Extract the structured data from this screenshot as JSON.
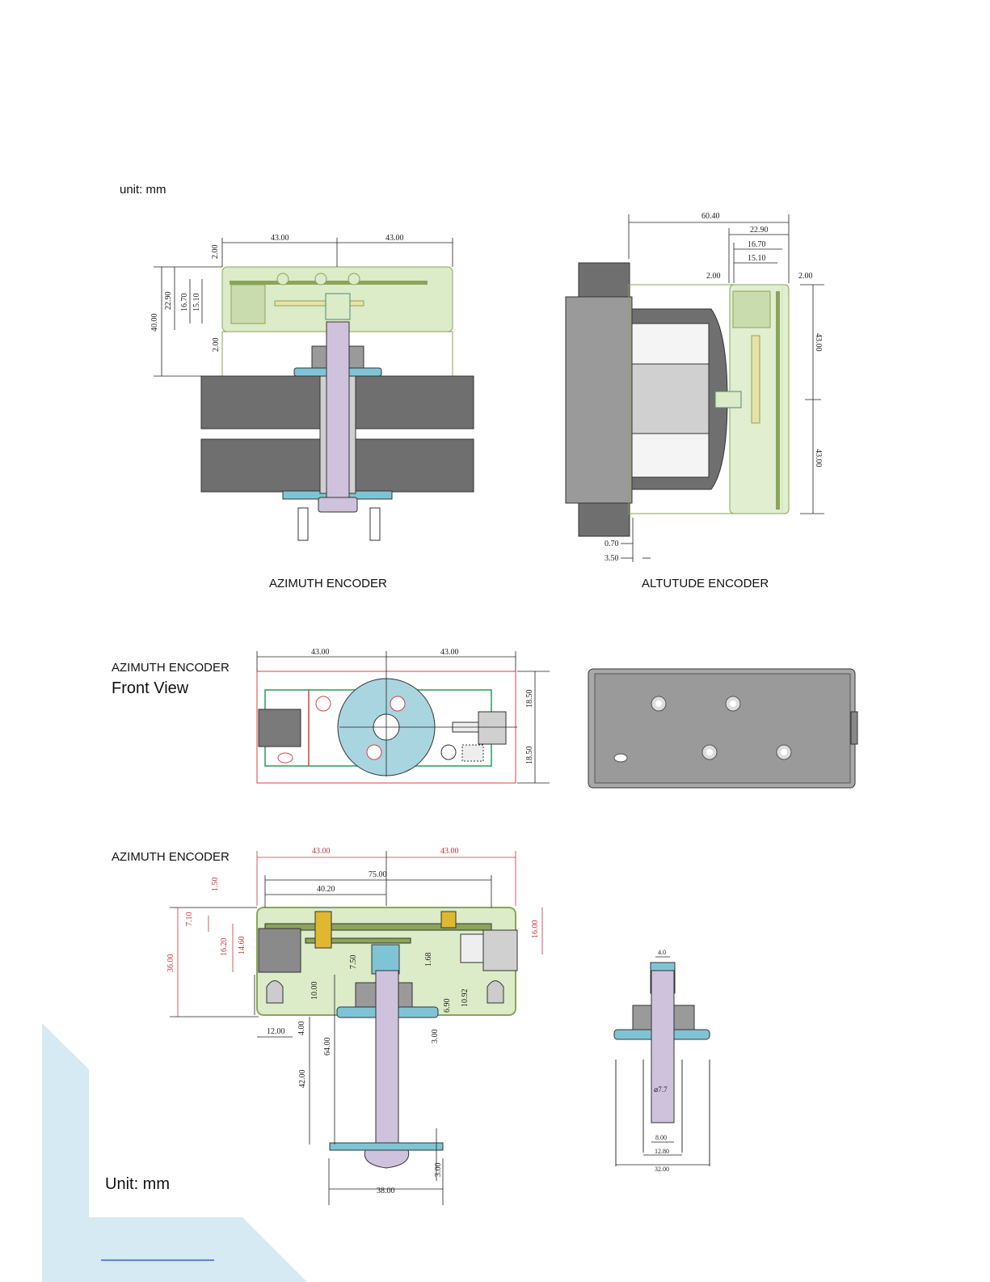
{
  "page": {
    "unit_label_top": "unit: mm",
    "unit_label_bottom": "Unit: mm"
  },
  "azimuth_side": {
    "caption": "AZIMUTH ENCODER",
    "dims": {
      "w1": "43.00",
      "w2": "43.00",
      "d2a": "2.00",
      "d2b": "2.00",
      "h40": "40.00",
      "h229": "22.90",
      "h167": "16.70",
      "h151": "15.10"
    }
  },
  "altitude_side": {
    "caption": "ALTUTUDE ENCODER",
    "dims": {
      "w604": "60.40",
      "w229": "22.90",
      "w167": "16.70",
      "w151": "15.10",
      "l2a": "2.00",
      "l2b": "2.00",
      "h43a": "43.00",
      "h43b": "43.00",
      "b070": "0.70",
      "b350": "3.50"
    }
  },
  "front_view": {
    "title": "AZIMUTH ENCODER",
    "subtitle": "Front View",
    "dims": {
      "w1": "43.00",
      "w2": "43.00",
      "h1": "18.50",
      "h2": "18.50"
    }
  },
  "section_view": {
    "title": "AZIMUTH ENCODER",
    "dims": {
      "w1": "43.00",
      "w2": "43.00",
      "w75": "75.00",
      "w402": "40.20",
      "v150": "1.50",
      "v710": "7.10",
      "v1620": "16.20",
      "v1460": "14.60",
      "v3600": "36.00",
      "v1600": "16.00",
      "v750": "7.50",
      "v168": "1.68",
      "v1000": "10.00",
      "v690": "6.90",
      "v1092": "10.92",
      "v400": "4.00",
      "v6400": "64.00",
      "v4200": "42.00",
      "v300a": "3.00",
      "v300b": "3.00",
      "h1200": "12.00",
      "h3800": "38.00"
    }
  },
  "shaft_detail": {
    "dims": {
      "top": "4.0",
      "dia": "⌀7.7",
      "in": "8.00",
      "mid": "12.80",
      "out": "32.00"
    }
  },
  "colors": {
    "housing": "#dcebc8",
    "pcb": "#8aa55a",
    "mount_dark": "#6f6f6f",
    "shaft": "#cfc2dc",
    "bushing": "#7fc4d4",
    "red_outline": "#d94141",
    "corner_shape": "#d5eaf2"
  }
}
